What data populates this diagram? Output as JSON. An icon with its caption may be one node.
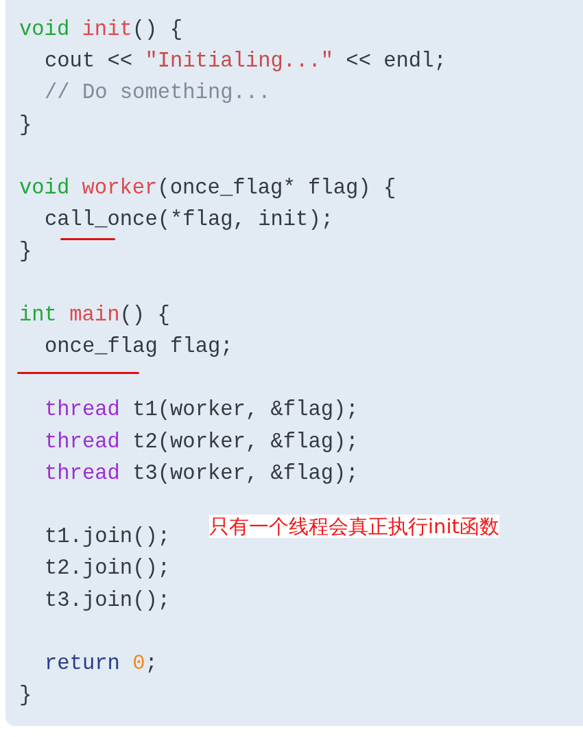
{
  "diagram": {
    "labels": [
      "void init() {",
      "cout << \"Initialing...\" << endl;",
      "// Do something...",
      "}",
      "void worker(once_flag* flag) {",
      "call_once(*flag, init);",
      "}",
      "int main() {",
      "once_flag flag;",
      "thread t1(worker, &flag);",
      "thread t2(worker, &flag);",
      "thread t3(worker, &flag);",
      "t1.join();",
      "t2.join();",
      "t3.join();",
      "return 0;",
      "}",
      "只有一个线程会真正执行init函数"
    ]
  }
}
